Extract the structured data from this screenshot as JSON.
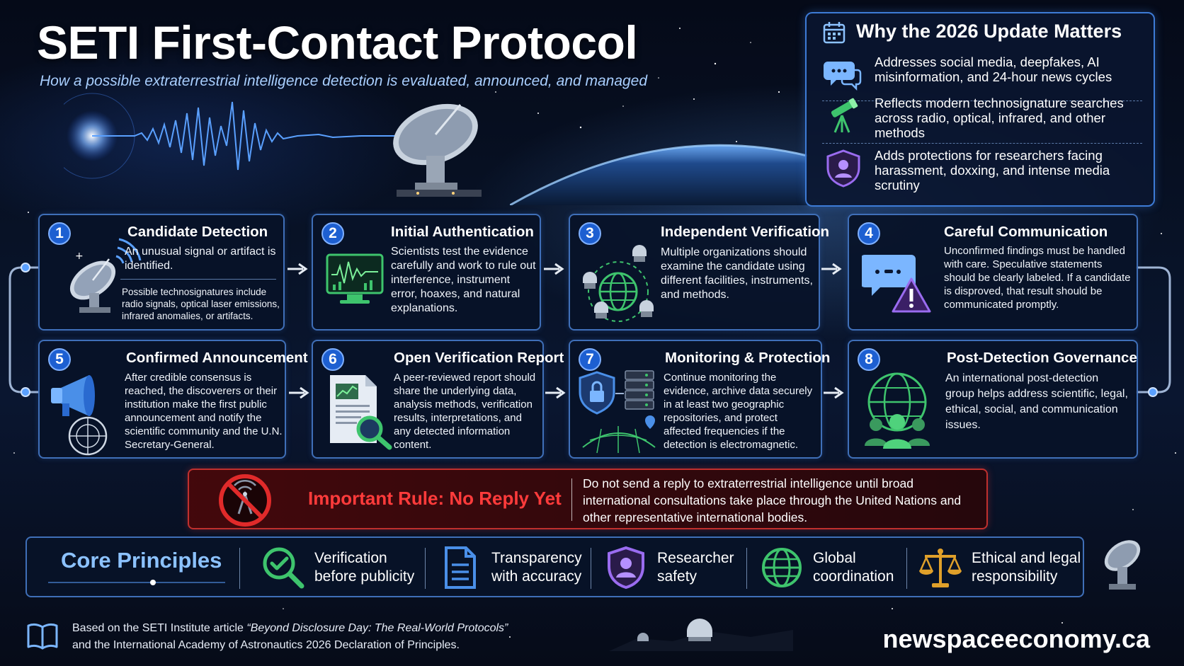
{
  "title": "SETI First-Contact Protocol",
  "subtitle": "How a possible extraterrestrial intelligence detection is evaluated, announced, and managed",
  "why": {
    "title": "Why the 2026 Update Matters",
    "items": [
      {
        "icon": "speech-bubbles-icon",
        "text": "Addresses social media, deepfakes, AI misinformation, and 24-hour news cycles"
      },
      {
        "icon": "telescope-icon",
        "text": "Reflects modern technosignature searches across radio, optical, infrared, and other methods"
      },
      {
        "icon": "shield-person-icon",
        "text": "Adds protections for researchers facing harassment, doxxing, and intense media scrutiny"
      }
    ]
  },
  "steps": [
    {
      "num": "1",
      "title": "Candidate Detection",
      "desc": "An unusual signal or artifact is identified.",
      "note": "Possible technosignatures include radio signals, optical laser emissions, infrared anomalies, or artifacts.",
      "icon": "radio-dish-icon"
    },
    {
      "num": "2",
      "title": "Initial Authentication",
      "desc": "Scientists test the evidence carefully and work to rule out interference, instrument error, hoaxes, and natural explanations.",
      "icon": "monitor-signal-icon"
    },
    {
      "num": "3",
      "title": "Independent Verification",
      "desc": "Multiple organizations should examine the candidate using different facilities, instruments, and methods.",
      "icon": "globe-observatories-icon"
    },
    {
      "num": "4",
      "title": "Careful Communication",
      "desc": "Unconfirmed findings must be handled with care. Speculative statements should be clearly labeled. If a candidate is disproved, that result should be communicated promptly.",
      "icon": "chat-warning-icon"
    },
    {
      "num": "5",
      "title": "Confirmed Announcement",
      "desc": "After credible consensus is reached, the discoverers or their institution make the first public announcement and notify the scientific community and the U.N. Secretary-General.",
      "icon": "megaphone-un-icon"
    },
    {
      "num": "6",
      "title": "Open Verification Report",
      "desc": "A peer-reviewed report should share the underlying data, analysis methods, verification results, interpretations, and any detected information content.",
      "icon": "report-magnifier-icon"
    },
    {
      "num": "7",
      "title": "Monitoring & Protection",
      "desc": "Continue monitoring the evidence, archive data securely in at least two geographic repositories, and protect affected frequencies if the detection is electromagnetic.",
      "icon": "lock-servers-icon"
    },
    {
      "num": "8",
      "title": "Post-Detection Governance",
      "desc": "An international post-detection group helps address scientific, legal, ethical, social, and communication issues.",
      "icon": "globe-people-icon"
    }
  ],
  "rule": {
    "title": "Important Rule: No Reply Yet",
    "text": "Do not send a reply to extraterrestrial intelligence until broad international consultations take place through the United Nations and other representative international bodies.",
    "icon": "no-transmit-icon"
  },
  "principles": {
    "title": "Core Principles",
    "items": [
      {
        "line1": "Verification",
        "line2": "before publicity",
        "icon": "check-magnifier-icon"
      },
      {
        "line1": "Transparency",
        "line2": "with accuracy",
        "icon": "document-icon"
      },
      {
        "line1": "Researcher",
        "line2": "safety",
        "icon": "shield-person-icon"
      },
      {
        "line1": "Global",
        "line2": "coordination",
        "icon": "globe-icon"
      },
      {
        "line1": "Ethical and legal",
        "line2": "responsibility",
        "icon": "scales-icon"
      }
    ]
  },
  "footer": {
    "prefix": "Based on the SETI Institute article ",
    "article": "“Beyond Disclosure Day: The Real-World Protocols”",
    "line2": "and the International Academy of Astronautics 2026 Declaration of Principles.",
    "brand": "newspaceeconomy.ca"
  },
  "colors": {
    "accent": "#3f6fb8",
    "number_badge": "#1d5fd1",
    "rule_red": "#ff3b3b",
    "principles_title": "#8cc2ff",
    "icon_green": "#3ec46d",
    "icon_purple": "#8a5cd8",
    "icon_gold": "#e0a02a"
  }
}
